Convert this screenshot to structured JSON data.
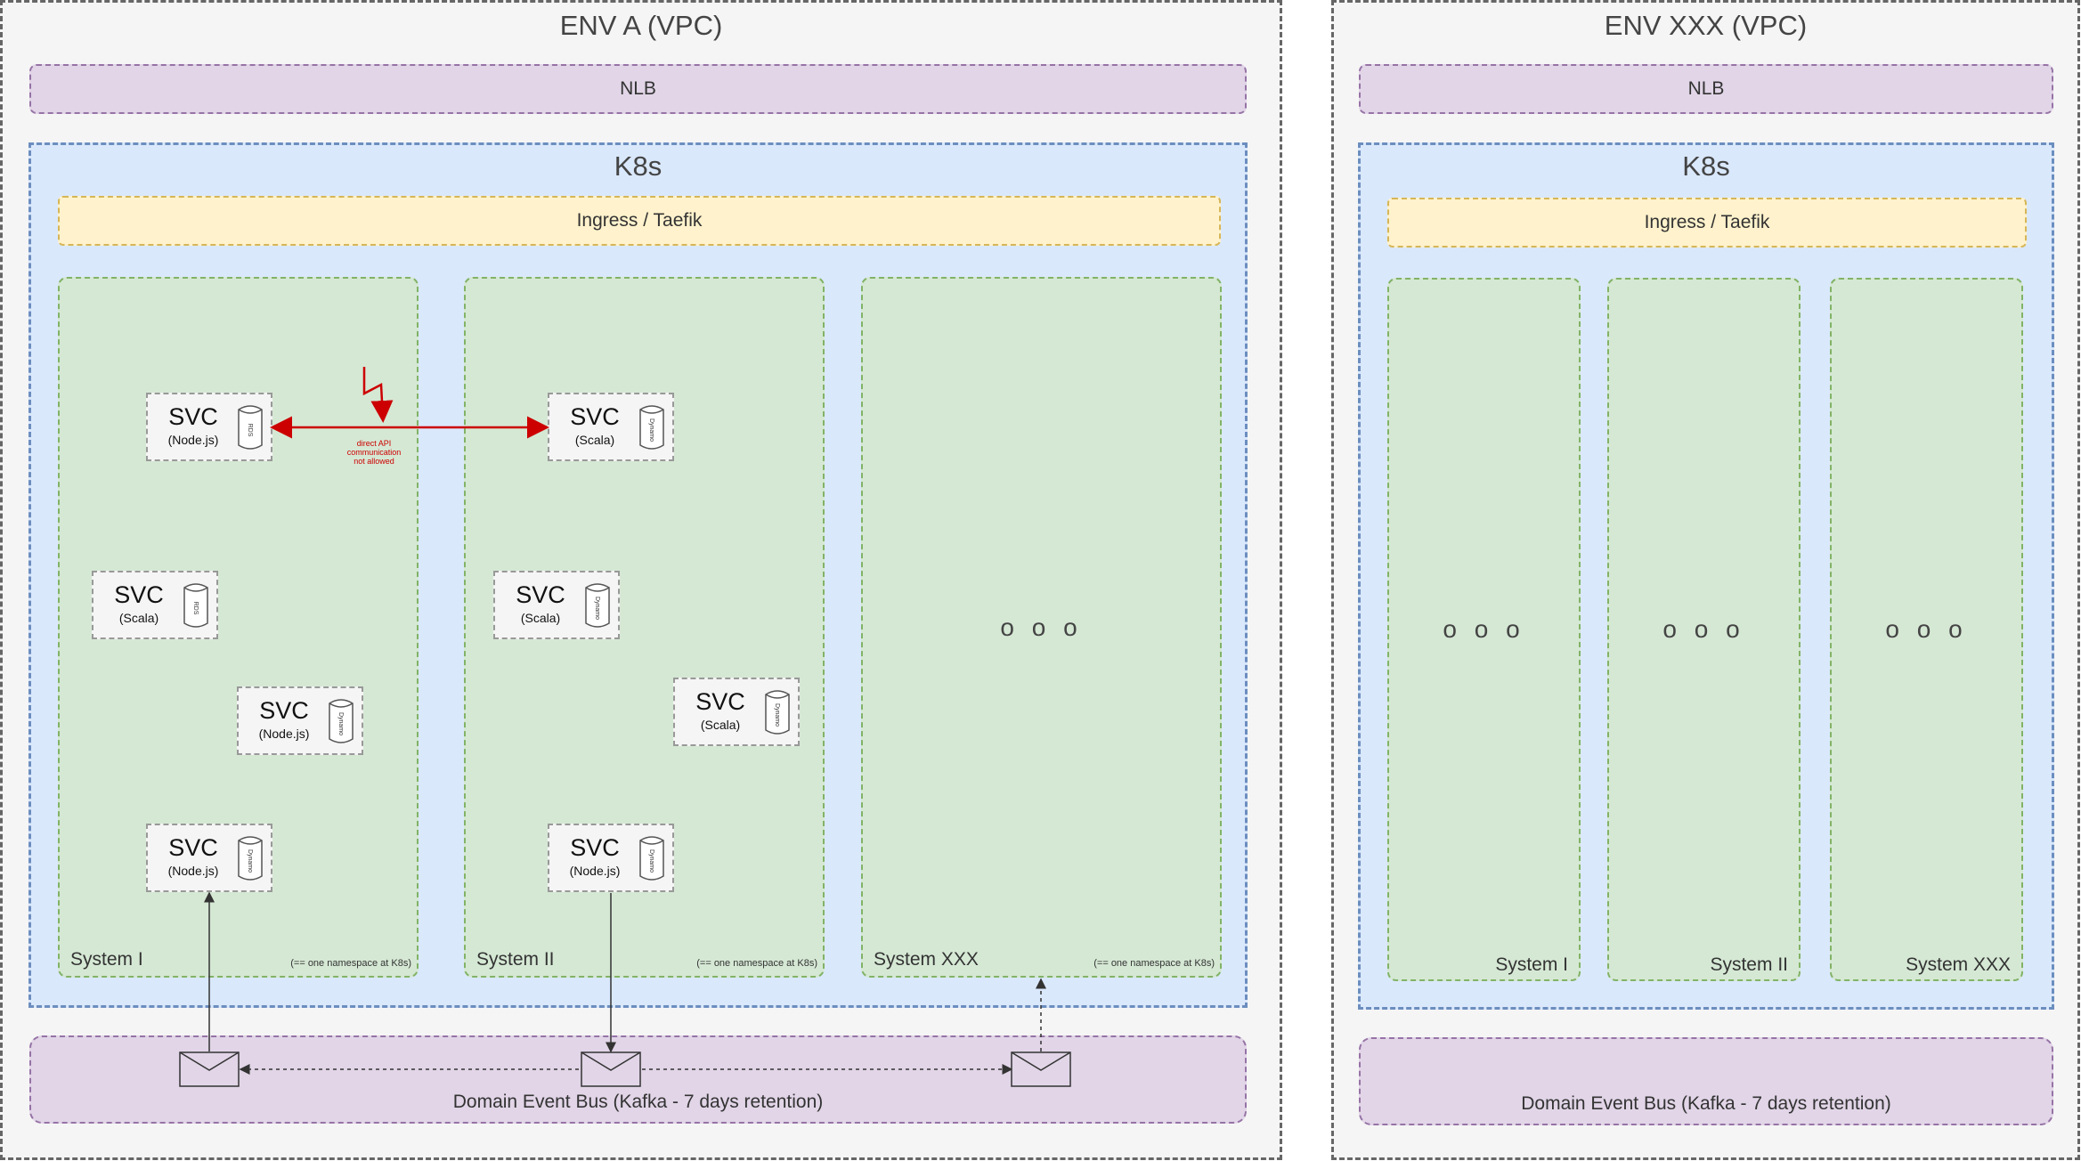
{
  "env_a": {
    "title": "ENV A (VPC)",
    "nlb": "NLB",
    "k8s": "K8s",
    "ingress": "Ingress / Taefik",
    "systems": [
      {
        "name": "System I",
        "ns": "(== one namespace at K8s)"
      },
      {
        "name": "System II",
        "ns": "(== one namespace at K8s)"
      },
      {
        "name": "System XXX",
        "ns": "(== one namespace at K8s)",
        "placeholder": "o o o"
      }
    ],
    "services": [
      {
        "title": "SVC",
        "lang": "(Node.js)",
        "db": "RDS"
      },
      {
        "title": "SVC",
        "lang": "(Scala)",
        "db": "Dynamo"
      },
      {
        "title": "SVC",
        "lang": "(Scala)",
        "db": "RDS"
      },
      {
        "title": "SVC",
        "lang": "(Scala)",
        "db": "Dynamo"
      },
      {
        "title": "SVC",
        "lang": "(Node.js)",
        "db": "Dynamo"
      },
      {
        "title": "SVC",
        "lang": "(Scala)",
        "db": "Dynamo"
      },
      {
        "title": "SVC",
        "lang": "(Node.js)",
        "db": "Dynamo"
      },
      {
        "title": "SVC",
        "lang": "(Node.js)",
        "db": "Dynamo"
      }
    ],
    "note": [
      "direct API",
      "communication",
      "not allowed"
    ],
    "bus": "Domain Event Bus (Kafka - 7 days retention)"
  },
  "env_xxx": {
    "title": "ENV XXX (VPC)",
    "nlb": "NLB",
    "k8s": "K8s",
    "ingress": "Ingress / Taefik",
    "systems": [
      {
        "name": "System I",
        "placeholder": "o o o"
      },
      {
        "name": "System II",
        "placeholder": "o o o"
      },
      {
        "name": "System XXX",
        "placeholder": "o o o"
      }
    ],
    "bus": "Domain Event Bus (Kafka - 7 days retention)"
  },
  "colors": {
    "forbidden_arrow": "#cc0000",
    "event_arrow": "#333333"
  },
  "icons": {
    "db": "database-cylinder-icon",
    "event": "envelope-icon",
    "lightning": "lightning-bolt-icon"
  }
}
